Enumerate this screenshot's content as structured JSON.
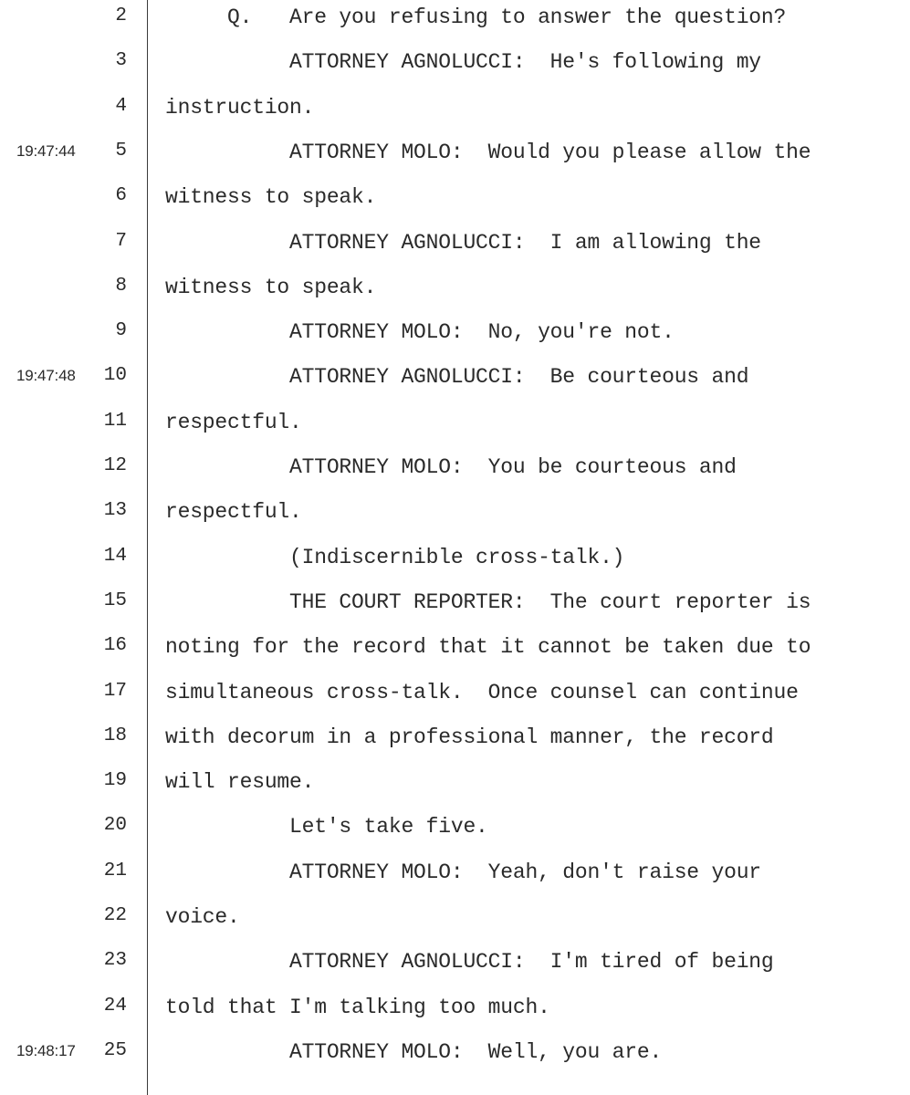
{
  "transcript": {
    "lines": [
      {
        "num": "2",
        "timestamp": "",
        "text": "     Q.   Are you refusing to answer the question?"
      },
      {
        "num": "3",
        "timestamp": "",
        "text": "          ATTORNEY AGNOLUCCI:  He's following my"
      },
      {
        "num": "4",
        "timestamp": "",
        "text": "instruction."
      },
      {
        "num": "5",
        "timestamp": "19:47:44",
        "text": "          ATTORNEY MOLO:  Would you please allow the"
      },
      {
        "num": "6",
        "timestamp": "",
        "text": "witness to speak."
      },
      {
        "num": "7",
        "timestamp": "",
        "text": "          ATTORNEY AGNOLUCCI:  I am allowing the"
      },
      {
        "num": "8",
        "timestamp": "",
        "text": "witness to speak."
      },
      {
        "num": "9",
        "timestamp": "",
        "text": "          ATTORNEY MOLO:  No, you're not."
      },
      {
        "num": "10",
        "timestamp": "19:47:48",
        "text": "          ATTORNEY AGNOLUCCI:  Be courteous and"
      },
      {
        "num": "11",
        "timestamp": "",
        "text": "respectful."
      },
      {
        "num": "12",
        "timestamp": "",
        "text": "          ATTORNEY MOLO:  You be courteous and"
      },
      {
        "num": "13",
        "timestamp": "",
        "text": "respectful."
      },
      {
        "num": "14",
        "timestamp": "",
        "text": "          (Indiscernible cross-talk.)"
      },
      {
        "num": "15",
        "timestamp": "",
        "text": "          THE COURT REPORTER:  The court reporter is"
      },
      {
        "num": "16",
        "timestamp": "",
        "text": "noting for the record that it cannot be taken due to"
      },
      {
        "num": "17",
        "timestamp": "",
        "text": "simultaneous cross-talk.  Once counsel can continue"
      },
      {
        "num": "18",
        "timestamp": "",
        "text": "with decorum in a professional manner, the record"
      },
      {
        "num": "19",
        "timestamp": "",
        "text": "will resume."
      },
      {
        "num": "20",
        "timestamp": "",
        "text": "          Let's take five."
      },
      {
        "num": "21",
        "timestamp": "",
        "text": "          ATTORNEY MOLO:  Yeah, don't raise your"
      },
      {
        "num": "22",
        "timestamp": "",
        "text": "voice."
      },
      {
        "num": "23",
        "timestamp": "",
        "text": "          ATTORNEY AGNOLUCCI:  I'm tired of being"
      },
      {
        "num": "24",
        "timestamp": "",
        "text": "told that I'm talking too much."
      },
      {
        "num": "25",
        "timestamp": "19:48:17",
        "text": "          ATTORNEY MOLO:  Well, you are."
      }
    ]
  }
}
